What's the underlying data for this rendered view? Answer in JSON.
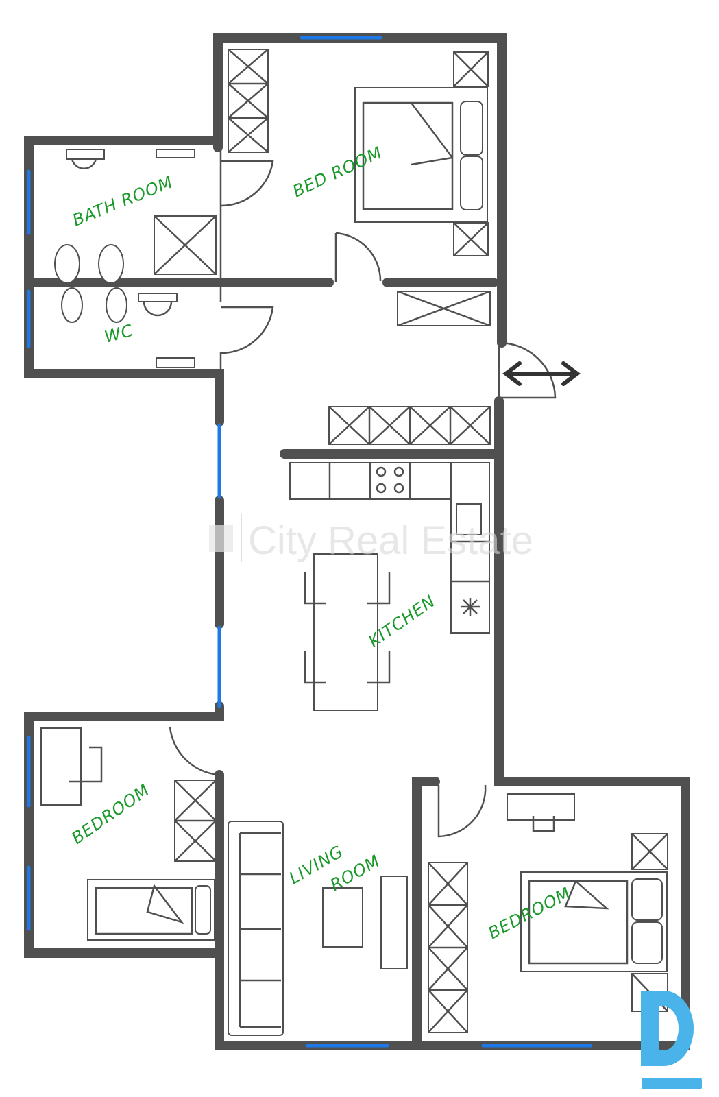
{
  "rooms": {
    "bedroom_top": "BED ROOM",
    "bathroom": "BATH ROOM",
    "wc": "WC",
    "kitchen": "KITCHEN",
    "bedroom_left": "BEDROOM",
    "living_line1": "LIVING",
    "living_line2": "ROOM",
    "bedroom_right": "BEDROOM"
  },
  "watermark": "City Real Estate",
  "logo_letter": "D",
  "colors": {
    "wall": "#505050",
    "window": "#1e78e6",
    "label": "#1a9a2a",
    "logo": "#4ab4ea"
  }
}
